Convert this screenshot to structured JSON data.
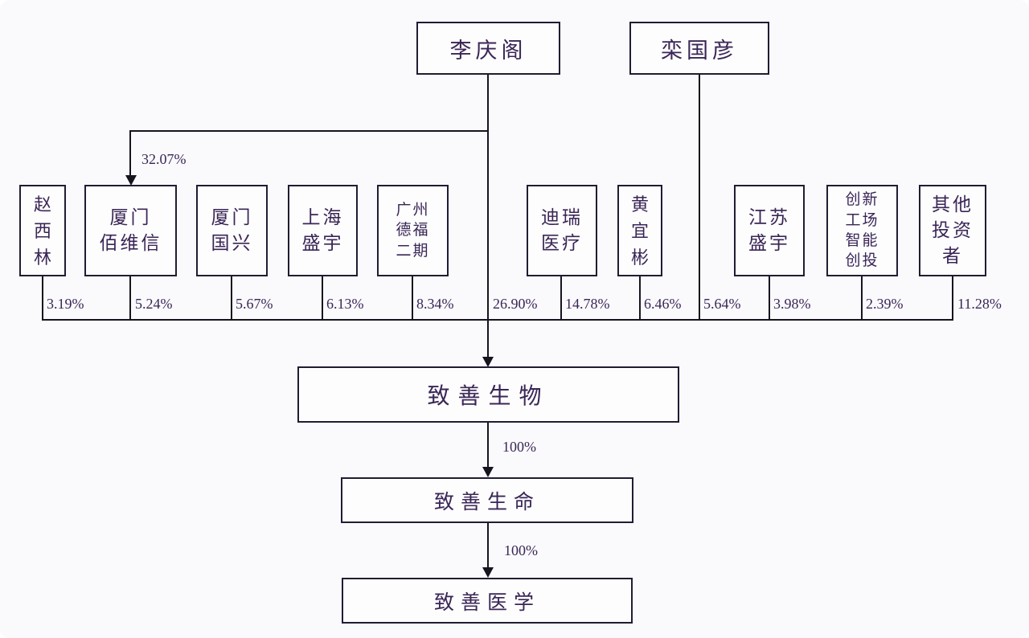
{
  "colors": {
    "border": "#201c33",
    "line": "#17141f",
    "text": "#3a2656",
    "background": "#fafafc",
    "box_bg": "#fdfdfe"
  },
  "diagram_type": "equity-ownership-structure",
  "top_owners": [
    {
      "name": "李庆阁",
      "direct_stake_pct": "26.90%",
      "stake_in_baiweixin_pct": "32.07%"
    },
    {
      "name": "栾国彦",
      "direct_stake_pct": "5.64%"
    }
  ],
  "shareholders": [
    {
      "name": "赵\n西\n林",
      "full_name": "赵西林",
      "pct": "3.19%"
    },
    {
      "name": "厦门\n佰维信",
      "full_name": "厦门佰维信",
      "pct": "5.24%"
    },
    {
      "name": "厦门\n国兴",
      "full_name": "厦门国兴",
      "pct": "5.67%"
    },
    {
      "name": "上海\n盛宇",
      "full_name": "上海盛宇",
      "pct": "6.13%"
    },
    {
      "name": "广州\n德福\n二期",
      "full_name": "广州德福二期",
      "pct": "8.34%"
    },
    {
      "name": "迪瑞\n医疗",
      "full_name": "迪瑞医疗",
      "pct": "14.78%"
    },
    {
      "name": "黄\n宜\n彬",
      "full_name": "黄宜彬",
      "pct": "6.46%"
    },
    {
      "name": "江苏\n盛宇",
      "full_name": "江苏盛宇",
      "pct": "3.98%"
    },
    {
      "name": "创新\n工场\n智能\n创投",
      "full_name": "创新工场智能创投",
      "pct": "2.39%"
    },
    {
      "name": "其他\n投资\n者",
      "full_name": "其他投资者",
      "pct": "11.28%"
    }
  ],
  "companies": [
    {
      "name": "致善生物"
    },
    {
      "name": "致善生命",
      "ownership_pct": "100%"
    },
    {
      "name": "致善医学",
      "ownership_pct": "100%"
    }
  ]
}
